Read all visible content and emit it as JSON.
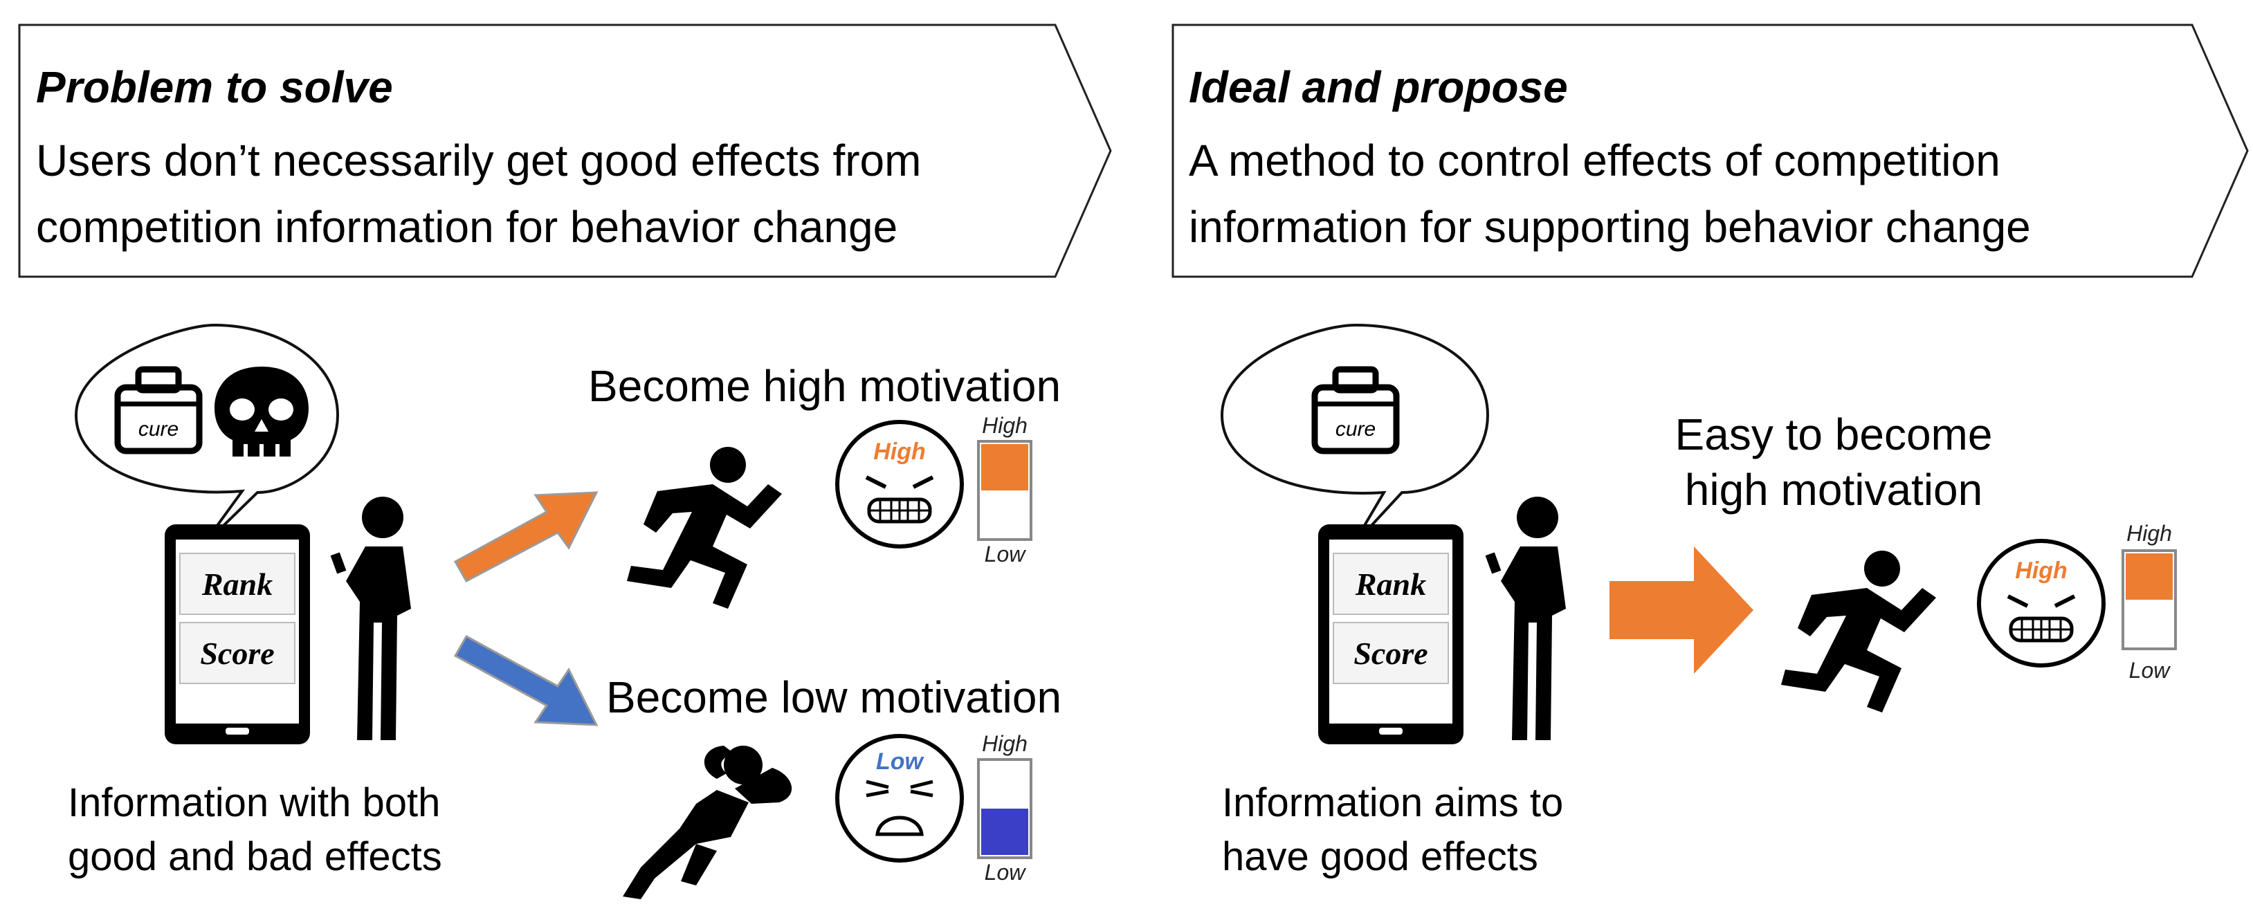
{
  "colors": {
    "accent_orange": "#ED7D31",
    "accent_blue": "#4472C4",
    "gauge_low_fill": "#3B3FC8",
    "ink": "#000000"
  },
  "problem": {
    "heading": "Problem to solve",
    "line1": "Users don’t necessarily get good effects from",
    "line2": "competition information for behavior change"
  },
  "ideal": {
    "heading": "Ideal and propose",
    "line1": "A method to control effects of competition",
    "line2": "information for supporting behavior change"
  },
  "left_scene": {
    "bubble_icon_label": "cure",
    "bubble_icons": [
      "medicine-bag-icon",
      "skull-icon"
    ],
    "phone_rows": [
      "Rank",
      "Score"
    ],
    "caption_line1": "Information with both",
    "caption_line2": "good and bad effects",
    "high_branch": {
      "title": "Become high motivation",
      "face_label": "High",
      "gauge_top": "High",
      "gauge_bottom": "Low",
      "level": 0.5
    },
    "low_branch": {
      "title": "Become low motivation",
      "face_label": "Low",
      "gauge_top": "High",
      "gauge_bottom": "Low",
      "level": 0.5
    }
  },
  "right_scene": {
    "bubble_icon_label": "cure",
    "bubble_icons": [
      "medicine-bag-icon"
    ],
    "phone_rows": [
      "Rank",
      "Score"
    ],
    "caption_line1": "Information aims to",
    "caption_line2": "have good effects",
    "result": {
      "title_line1": "Easy to become",
      "title_line2": "high motivation",
      "face_label": "High",
      "gauge_top": "High",
      "gauge_bottom": "Low",
      "level": 0.5
    }
  }
}
